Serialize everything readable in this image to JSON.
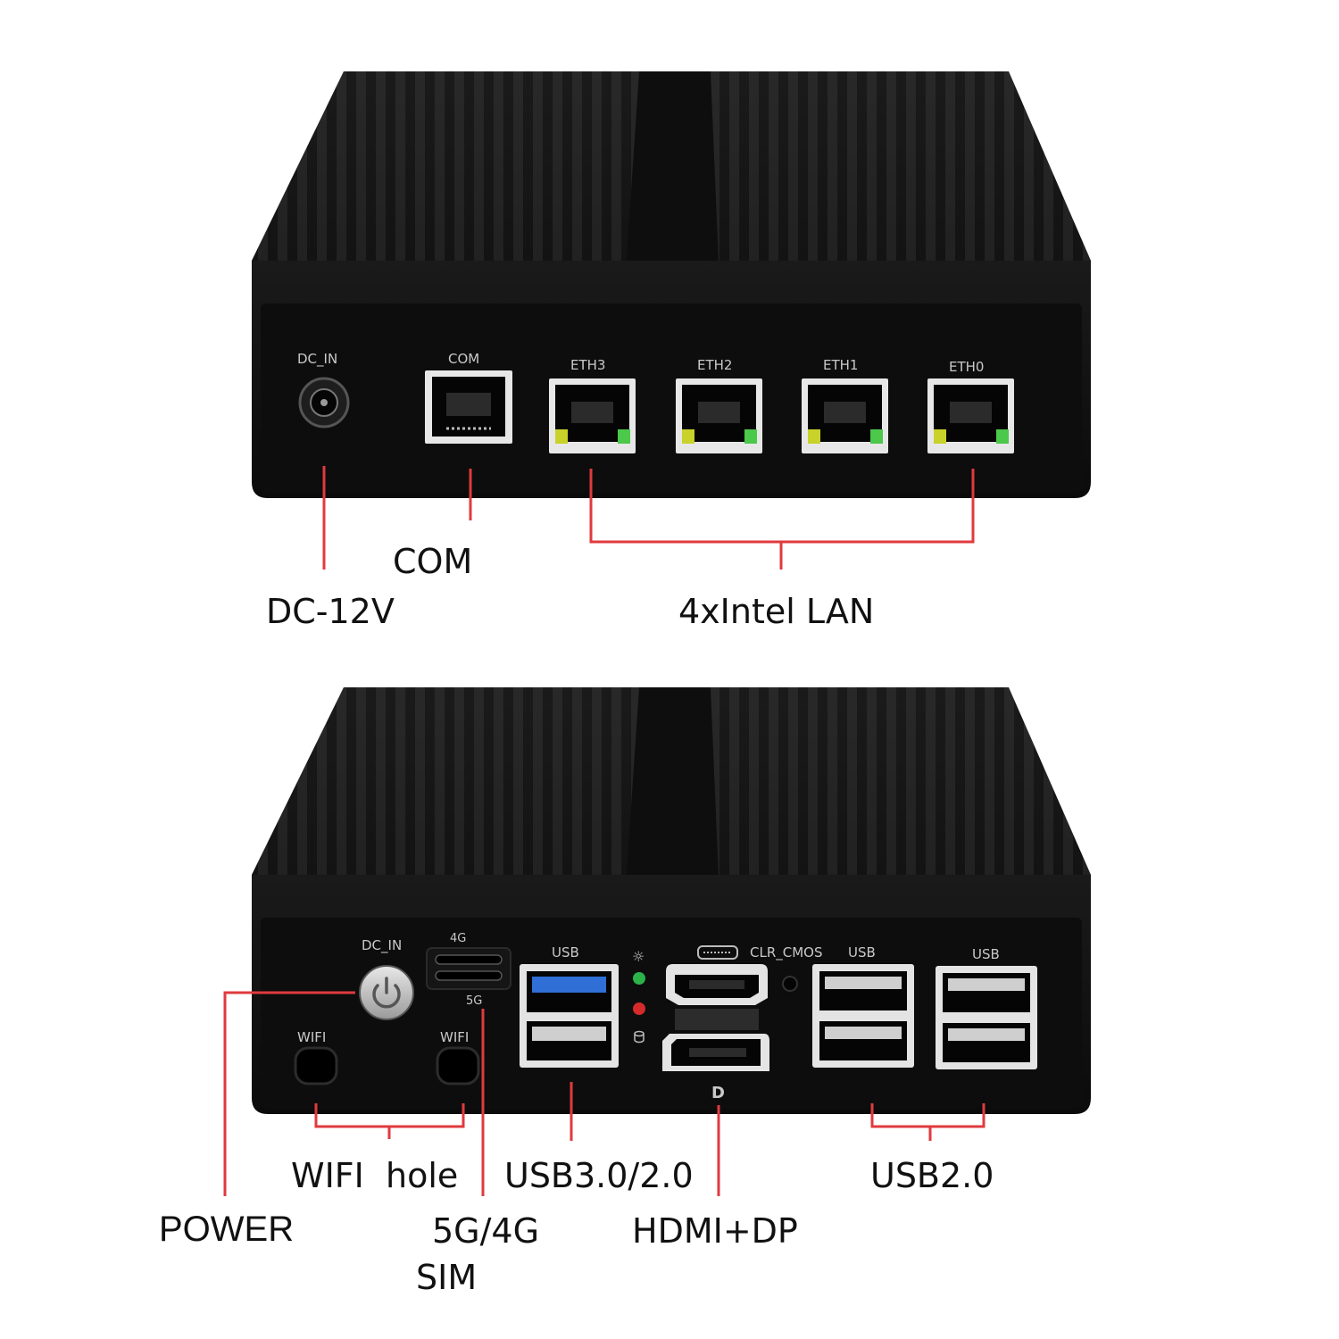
{
  "top_unit": {
    "panel_labels": {
      "dc_in": "DC_IN",
      "com": "COM",
      "eth3": "ETH3",
      "eth2": "ETH2",
      "eth1": "ETH1",
      "eth0": "ETH0"
    },
    "callouts": {
      "com": "COM",
      "dc": "DC-12V",
      "lan": "4xIntel LAN"
    }
  },
  "bottom_unit": {
    "panel_labels": {
      "dc_in": "DC_IN",
      "sim_4g": "4G",
      "sim_5g": "5G",
      "usb_left": "USB",
      "clr_cmos": "CLR_CMOS",
      "usb_mid": "USB",
      "usb_right": "USB",
      "wifi_left": "WIFI",
      "wifi_right": "WIFI",
      "dp_symbol": "D"
    },
    "callouts": {
      "wifi_hole": "WIFI  hole",
      "usb30": "USB3.0/2.0",
      "usb20": "USB2.0",
      "power": "POWER",
      "sim": "5G/4G",
      "sim_line2": "SIM",
      "hdmi_dp": "HDMI+DP"
    }
  },
  "colors": {
    "chassis": "#121212",
    "fins": "#1c1c1c",
    "leader_line": "#e03a3e",
    "usb3_blue": "#2f6fd6",
    "led_green": "#2bb34a",
    "led_red": "#d42a2a",
    "port_led_yellow": "#c8d22a",
    "port_led_green": "#4cc84a"
  }
}
